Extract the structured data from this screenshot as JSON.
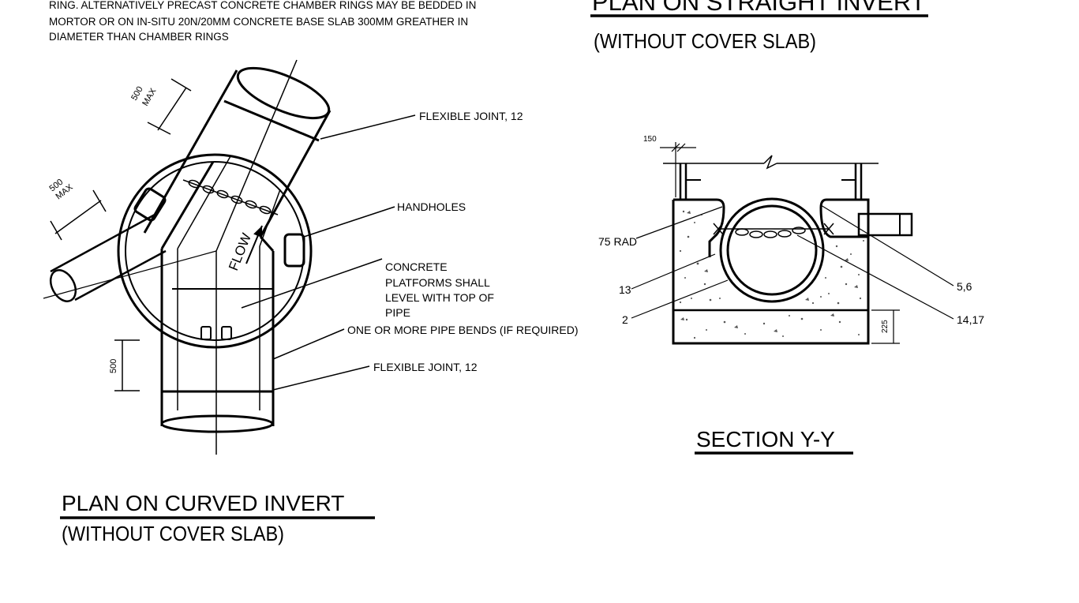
{
  "note": {
    "lines": [
      "RING. ALTERNATIVELY PRECAST CONCRETE CHAMBER RINGS MAY BE BEDDED IN",
      "MORTOR OR ON IN-SITU 20N/20MM CONCRETE BASE SLAB 300MM GREATHER IN",
      "DIAMETER THAN CHAMBER RINGS"
    ]
  },
  "plan_curved": {
    "title": "PLAN ON CURVED INVERT",
    "subtitle": "(WITHOUT  COVER  SLAB)",
    "dim_500_max_top": "500",
    "dim_max_top": "MAX",
    "dim_500_max_left": "500",
    "dim_max_left": "MAX",
    "dim_500_bottom": "500",
    "flow_label": "FLOW",
    "labels": {
      "flexible_joint_top": "FLEXIBLE JOINT, 12",
      "handholes": "HANDHOLES",
      "concrete_platforms": [
        "CONCRETE",
        "PLATFORMS SHALL",
        "LEVEL WITH TOP OF",
        "PIPE"
      ],
      "pipe_bends": "ONE OR MORE PIPE BENDS (IF REQUIRED)",
      "flexible_joint_bottom": "FLEXIBLE JOINT, 12"
    }
  },
  "plan_straight": {
    "title": "PLAN ON STRAIGHT INVERT",
    "subtitle": "(WITHOUT  COVER  SLAB)"
  },
  "section": {
    "title": "SECTION Y-Y",
    "dim_150": "150",
    "dim_225": "225",
    "label_75rad": "75 RAD",
    "label_13": "13",
    "label_2": "2",
    "label_56": "5,6",
    "label_1417": "14,17"
  },
  "colors": {
    "ink": "#000000",
    "paper": "#ffffff",
    "hatch": "#555555"
  }
}
